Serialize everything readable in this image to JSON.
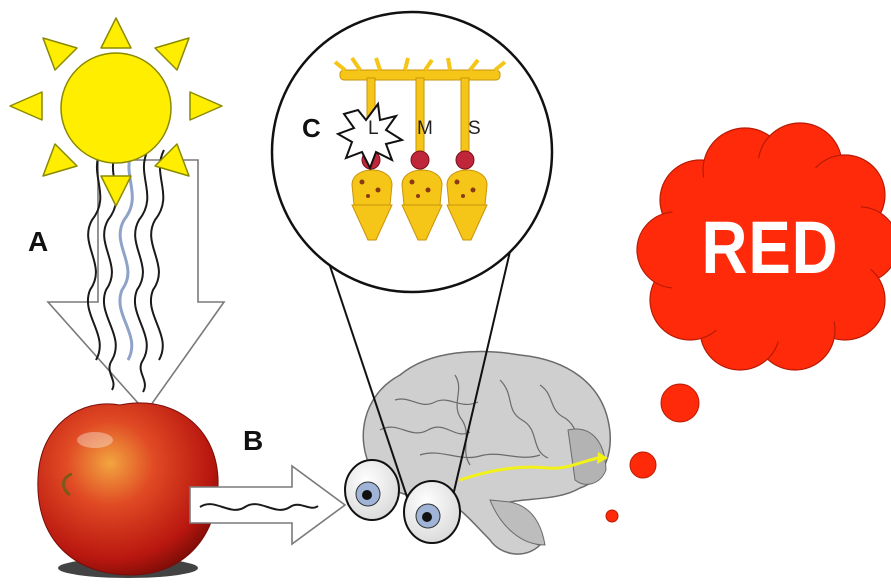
{
  "labels": {
    "a": "A",
    "b": "B",
    "c": "C",
    "cone_l": "L",
    "cone_m": "M",
    "cone_s": "S",
    "perception": "RED"
  },
  "colors": {
    "sun": "#ffee00",
    "sun_outline": "#8a8a00",
    "perception_cloud": "#ff2a0a",
    "apple": "#d8281c",
    "cone_cells": "#f5c518",
    "brain": "#cfcfcf",
    "neural_path": "#f2f21a"
  }
}
